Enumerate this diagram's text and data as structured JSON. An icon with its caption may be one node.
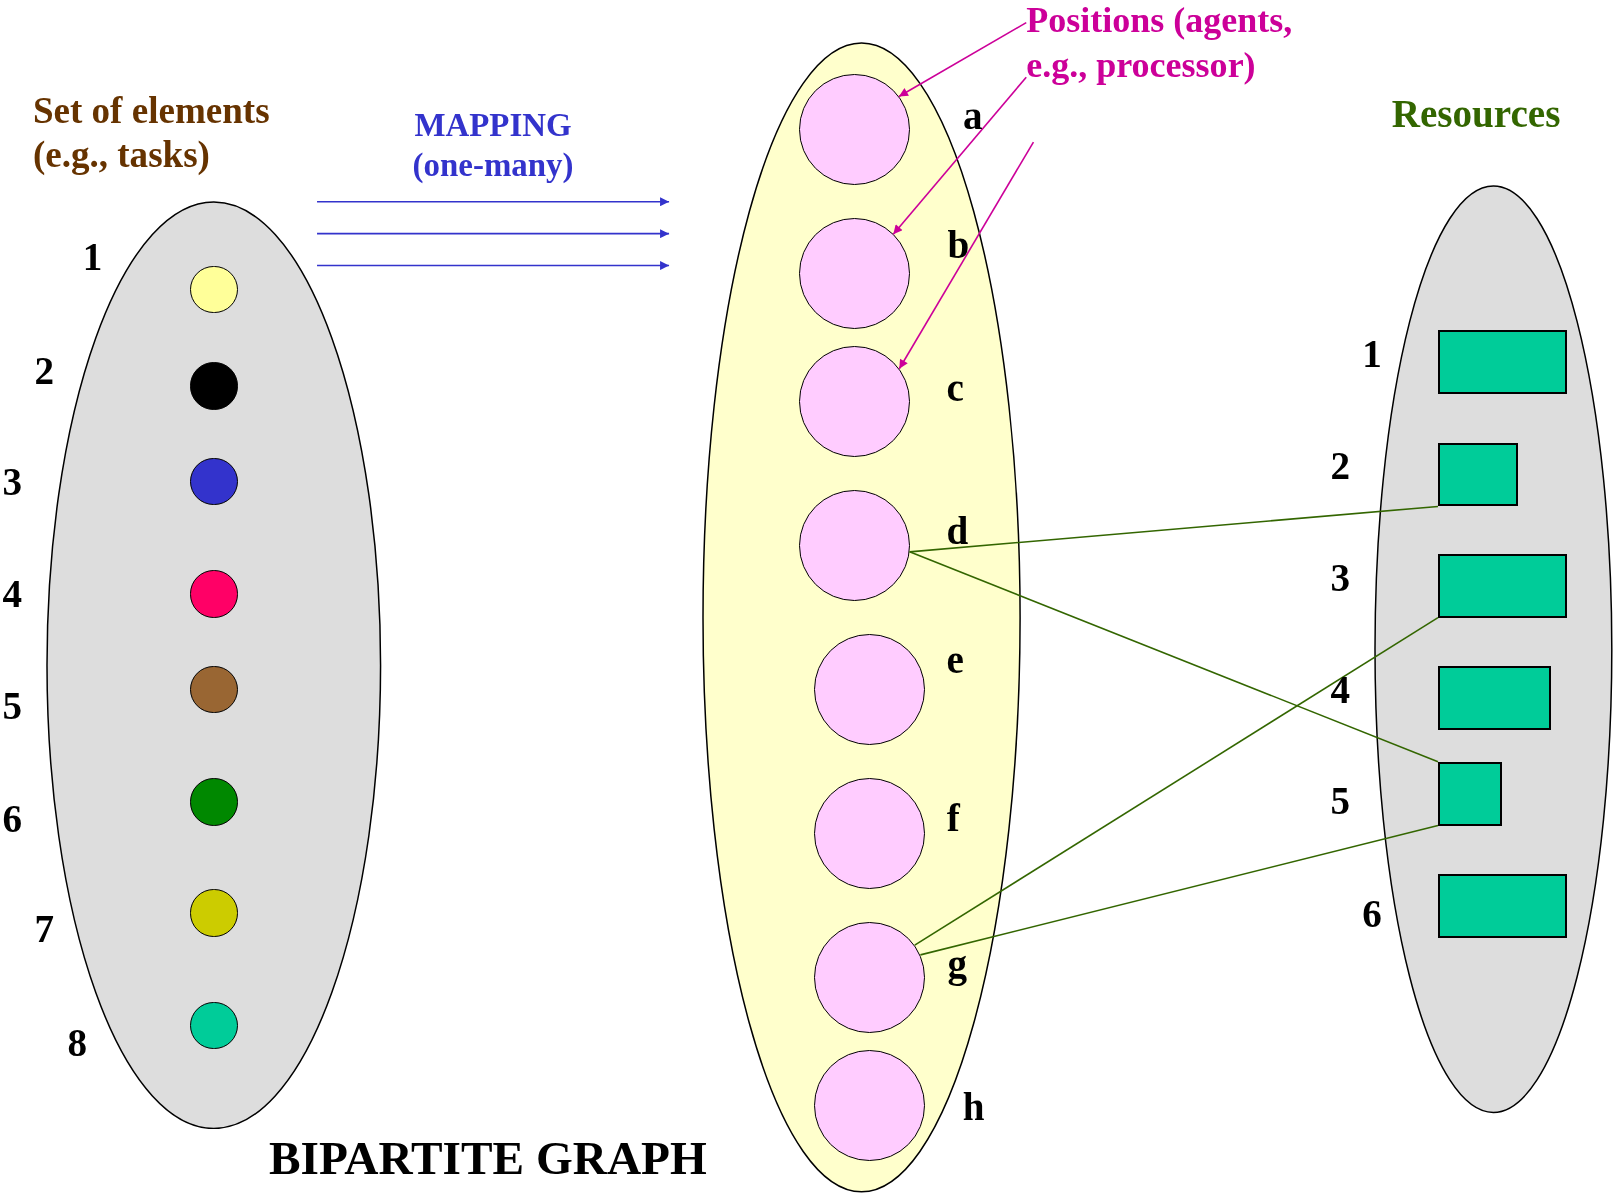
{
  "diagram": {
    "nodes": [
      {
        "text": [
          "Set of elements (e.g., tasks)"
        ]
      },
      {
        "text": [],
        "shape": "circle",
        "in": 0
      },
      {
        "text": [],
        "shape": "circle",
        "in": 0
      },
      {
        "text": [],
        "shape": "circle",
        "in": 0
      },
      {
        "text": [],
        "shape": "circle",
        "in": 0
      },
      {
        "text": [],
        "shape": "circle",
        "in": 0
      },
      {
        "text": [],
        "shape": "circle",
        "in": 0
      },
      {
        "text": [],
        "shape": "circle",
        "in": 0
      },
      {
        "text": [],
        "shape": "circle",
        "in": 0
      },
      {
        "text": [],
        "shape": "ellipse"
      },
      {
        "text": [],
        "shape": "circle",
        "in": 9,
        "beside": [
          "a"
        ]
      },
      {
        "text": [],
        "shape": "circle",
        "in": 9,
        "beside": [
          "b"
        ]
      },
      {
        "text": [],
        "shape": "circle",
        "in": 9,
        "beside": [
          "c"
        ]
      },
      {
        "text": [],
        "shape": "circle",
        "in": 9,
        "beside": [
          "d"
        ]
      },
      {
        "text": [],
        "shape": "circle",
        "in": 9,
        "beside": [
          "e"
        ]
      },
      {
        "text": [],
        "shape": "circle",
        "in": 9,
        "beside": [
          "f"
        ]
      },
      {
        "text": [],
        "shape": "circle",
        "in": 9,
        "beside": [
          "g"
        ]
      },
      {
        "text": [],
        "shape": "circle",
        "in": 9,
        "beside": [
          "h"
        ]
      },
      {
        "text": [
          "Positions (agents, e.g., processor)"
        ]
      },
      {
        "text": [
          "Resources"
        ]
      },
      {
        "text": [],
        "shape": "box",
        "in": 19,
        "beside": [
          "1"
        ]
      },
      {
        "text": [],
        "shape": "box",
        "in": 19,
        "beside": [
          "2"
        ]
      },
      {
        "text": [],
        "shape": "box",
        "in": 19,
        "beside": [
          "3"
        ]
      },
      {
        "text": [],
        "shape": "box",
        "in": 19,
        "beside": [
          "4"
        ]
      },
      {
        "text": [],
        "shape": "box",
        "in": 19,
        "beside": [
          "5"
        ]
      },
      {
        "text": [],
        "shape": "box",
        "in": 19,
        "beside": [
          "6"
        ]
      }
    ],
    "edges": [
      {
        "from": 0,
        "to": 9,
        "arrow": "to",
        "label": "MAPPING (one-many)",
        "color": "#3333cc"
      },
      {
        "from": 0,
        "to": 9,
        "arrow": "to",
        "color": "#3333cc"
      },
      {
        "from": 0,
        "to": 9,
        "arrow": "to",
        "color": "#3333cc"
      },
      {
        "from": 18,
        "to": 10,
        "arrow": "to",
        "color": "#cc0099"
      },
      {
        "from": 18,
        "to": 11,
        "arrow": "to",
        "color": "#cc0099"
      },
      {
        "from": 18,
        "to": 12,
        "arrow": "to",
        "color": "#cc0099"
      },
      {
        "from": 13,
        "to": 21,
        "arrow": "none"
      },
      {
        "from": 13,
        "to": 24,
        "arrow": "none"
      },
      {
        "from": 16,
        "to": 22,
        "arrow": "none"
      },
      {
        "from": 16,
        "to": 24,
        "arrow": "none"
      }
    ],
    "labels": [
      "1",
      "2",
      "3",
      "4",
      "5",
      "6",
      "7",
      "8",
      "BIPARTITE GRAPH"
    ]
  }
}
